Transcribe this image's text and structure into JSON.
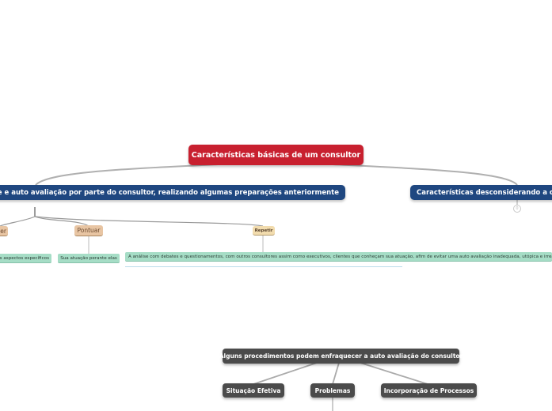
{
  "mindmap": {
    "central": {
      "label": "Características básicas de um consultor",
      "color": "#c8202f"
    },
    "branches": [
      {
        "label": "debate e auto avaliação por parte do consultor, realizando algumas preparações anteriormente",
        "color": "#1f4780",
        "children": [
          {
            "label": "er",
            "children": [
              {
                "label": "s aspectos específicos"
              }
            ]
          },
          {
            "label": "Pontuar",
            "children": [
              {
                "label": "Sua atuação perante elas"
              }
            ]
          },
          {
            "label": "Repetir",
            "children": [
              {
                "label": "A análise com debates e questionamentos, com outros consultores assim como executivos, clientes que conheçam sua atuação, afim de evitar uma auto avaliação inadequada, utópica e irreal."
              }
            ]
          }
        ]
      },
      {
        "label": "Características desconsiderando a ord",
        "color": "#1f4780",
        "collapsed_count": "0"
      }
    ],
    "floating": {
      "label": "Alguns procedimentos podem enfraquecer a auto avaliação do consultor",
      "color": "#4b4b4b",
      "children": [
        {
          "label": "Situação Efetiva"
        },
        {
          "label": "Problemas"
        },
        {
          "label": "Incorporação de Processos"
        }
      ]
    }
  }
}
